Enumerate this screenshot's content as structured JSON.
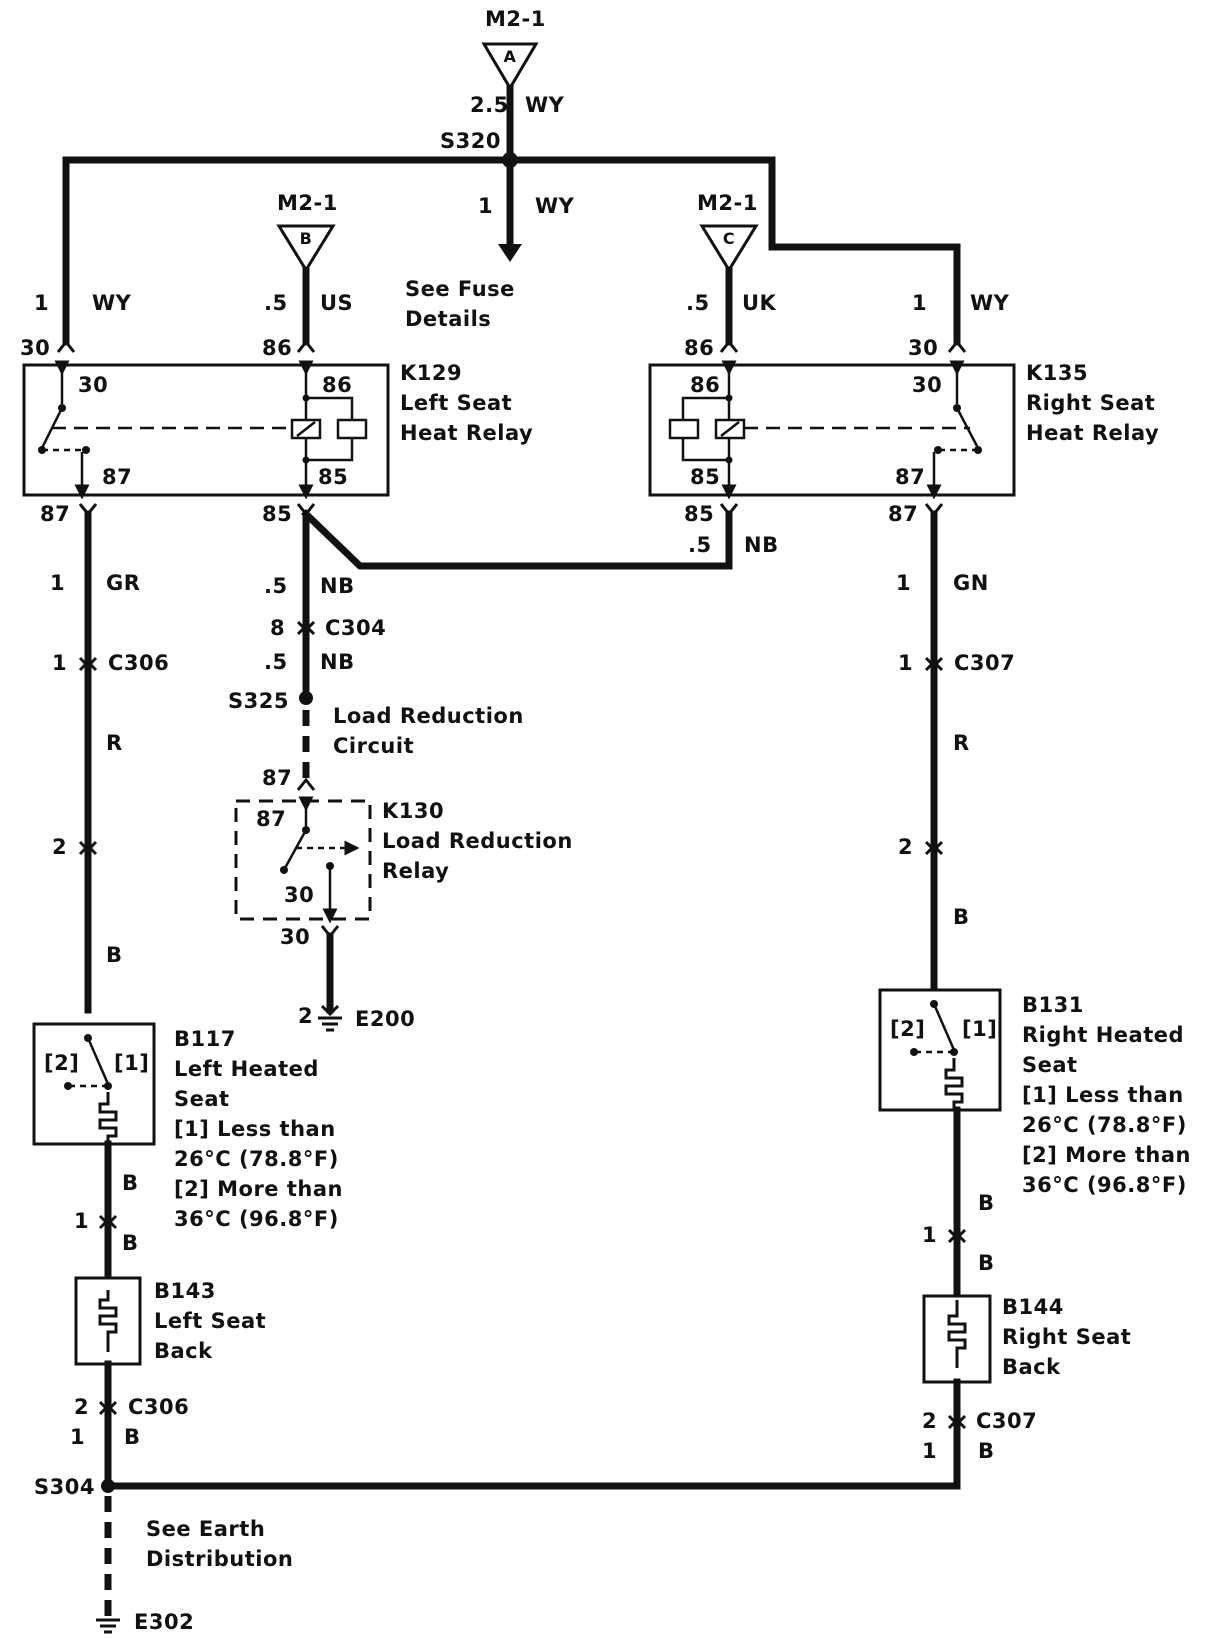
{
  "connectors_top": {
    "a": {
      "label": "M2-1",
      "letter": "A"
    },
    "b": {
      "label": "M2-1",
      "letter": "B"
    },
    "c": {
      "label": "M2-1",
      "letter": "C"
    }
  },
  "wires": {
    "main_feed": {
      "size": "2.5",
      "color": "WY"
    },
    "fuse_feed": {
      "size": "1",
      "color": "WY"
    },
    "k129_30": {
      "size": "1",
      "color": "WY"
    },
    "k129_86": {
      "size": ".5",
      "color": "US"
    },
    "k135_86": {
      "size": ".5",
      "color": "UK"
    },
    "k135_30": {
      "size": "1",
      "color": "WY"
    },
    "k135_85": {
      "size": ".5",
      "color": "NB"
    },
    "k129_85": {
      "size": ".5",
      "color": "NB"
    },
    "c304_out": {
      "size": ".5",
      "color": "NB"
    },
    "left_87": {
      "size": "1",
      "color": "GR"
    },
    "left_r": {
      "color": "R"
    },
    "left_b1": {
      "color": "B"
    },
    "left_b2": {
      "color": "B"
    },
    "left_b3": {
      "color": "B"
    },
    "left_b4": {
      "color": "B"
    },
    "right_87": {
      "size": "1",
      "color": "GN"
    },
    "right_r": {
      "color": "R"
    },
    "right_b1": {
      "color": "B"
    },
    "right_b2": {
      "color": "B"
    },
    "right_b3": {
      "color": "B"
    },
    "right_b4": {
      "color": "B"
    }
  },
  "splices": {
    "s320": "S320",
    "s325": "S325",
    "s304": "S304"
  },
  "notes": {
    "fuse": [
      "See Fuse",
      "Details"
    ],
    "load": [
      "Load Reduction",
      "Circuit"
    ],
    "earth": [
      "See Earth",
      "Distribution"
    ]
  },
  "components": {
    "k129": {
      "id": "K129",
      "name": [
        "Left Seat",
        "Heat Relay"
      ],
      "pins": {
        "p30": "30",
        "p86": "86",
        "p87": "87",
        "p85": "85"
      }
    },
    "k135": {
      "id": "K135",
      "name": [
        "Right Seat",
        "Heat Relay"
      ],
      "pins": {
        "p30": "30",
        "p86": "86",
        "p87": "87",
        "p85": "85"
      }
    },
    "k130": {
      "id": "K130",
      "name": [
        "Load Reduction",
        "Relay"
      ],
      "pins": {
        "p87": "87",
        "p30": "30"
      }
    },
    "b117": {
      "id": "B117",
      "name": [
        "Left Heated",
        "Seat"
      ],
      "notes": [
        "[1]  Less than",
        "26°C (78.8°F)",
        "[2]  More than",
        "36°C (96.8°F)"
      ],
      "c1": "[1]",
      "c2": "[2]"
    },
    "b131": {
      "id": "B131",
      "name": [
        "Right Heated",
        "Seat"
      ],
      "notes": [
        "[1]  Less than",
        "26°C (78.8°F)",
        "[2]  More than",
        "36°C (96.8°F)"
      ],
      "c1": "[1]",
      "c2": "[2]"
    },
    "b143": {
      "id": "B143",
      "name": [
        "Left Seat",
        "Back"
      ]
    },
    "b144": {
      "id": "B144",
      "name": [
        "Right Seat",
        "Back"
      ]
    }
  },
  "pin_numbers": {
    "k129_30_ext": "30",
    "k129_86_ext": "86",
    "k129_87_ext": "87",
    "k129_85_ext": "85",
    "k135_86_ext": "86",
    "k135_30_ext": "30",
    "k135_85_ext": "85",
    "k135_87_ext": "87",
    "k130_87_ext": "87",
    "k130_30_ext": "30"
  },
  "connectors_inline": {
    "c304": {
      "id": "C304",
      "pin": "8"
    },
    "c306_l1": {
      "id": "C306",
      "pin": "1"
    },
    "l_pin2": {
      "pin": "2"
    },
    "l_pin1": {
      "pin": "1"
    },
    "c306_l2": {
      "id": "C306",
      "pin": "2"
    },
    "l_pin1b": {
      "pin": "1"
    },
    "c307_r1": {
      "id": "C307",
      "pin": "1"
    },
    "r_pin2": {
      "pin": "2"
    },
    "r_pin1": {
      "pin": "1"
    },
    "c307_r2": {
      "id": "C307",
      "pin": "2"
    },
    "r_pin1b": {
      "pin": "1"
    }
  },
  "grounds": {
    "e200": {
      "id": "E200",
      "pin": "2"
    },
    "e302": {
      "id": "E302"
    }
  }
}
